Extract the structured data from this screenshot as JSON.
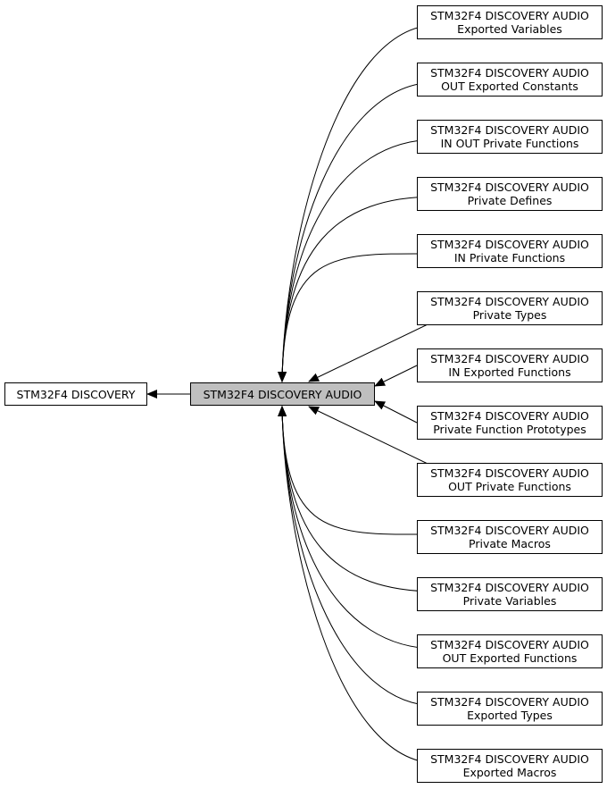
{
  "diagram": {
    "parent": {
      "label": "STM32F4 DISCOVERY"
    },
    "current": {
      "label": "STM32F4 DISCOVERY AUDIO",
      "fill": "#bfbfbf"
    },
    "children": [
      {
        "line1": "STM32F4 DISCOVERY AUDIO",
        "line2": "Exported Variables"
      },
      {
        "line1": "STM32F4 DISCOVERY AUDIO",
        "line2": "OUT Exported Constants"
      },
      {
        "line1": "STM32F4 DISCOVERY AUDIO",
        "line2": "IN OUT Private Functions"
      },
      {
        "line1": "STM32F4 DISCOVERY AUDIO",
        "line2": "Private Defines"
      },
      {
        "line1": "STM32F4 DISCOVERY AUDIO",
        "line2": "IN Private Functions"
      },
      {
        "line1": "STM32F4 DISCOVERY AUDIO",
        "line2": "Private Types"
      },
      {
        "line1": "STM32F4 DISCOVERY AUDIO",
        "line2": "IN Exported Functions"
      },
      {
        "line1": "STM32F4 DISCOVERY AUDIO",
        "line2": "Private Function Prototypes"
      },
      {
        "line1": "STM32F4 DISCOVERY AUDIO",
        "line2": "OUT Private Functions"
      },
      {
        "line1": "STM32F4 DISCOVERY AUDIO",
        "line2": "Private Macros"
      },
      {
        "line1": "STM32F4 DISCOVERY AUDIO",
        "line2": "Private Variables"
      },
      {
        "line1": "STM32F4 DISCOVERY AUDIO",
        "line2": "OUT Exported Functions"
      },
      {
        "line1": "STM32F4 DISCOVERY AUDIO",
        "line2": "Exported Types"
      },
      {
        "line1": "STM32F4 DISCOVERY AUDIO",
        "line2": "Exported Macros"
      }
    ]
  }
}
